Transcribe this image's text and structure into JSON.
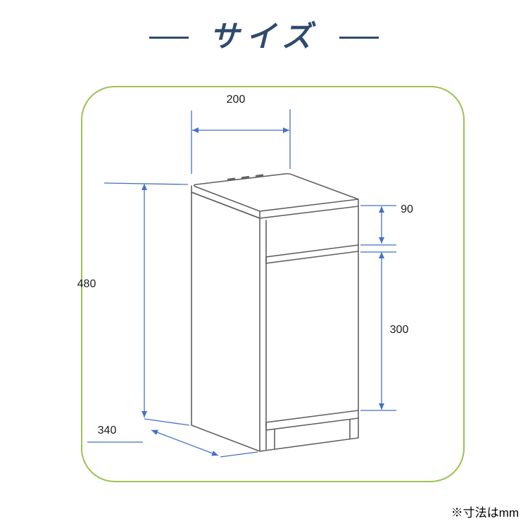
{
  "page": {
    "title": "サイズ",
    "unit_note": "※寸法はmm"
  },
  "style": {
    "title_color": "#2f4a6d",
    "frame_border_color": "#9cc155",
    "dimension_color": "#4472c4",
    "label_color": "#1b1b1b",
    "drawing_color": "#606060",
    "background_color": "#ffffff"
  },
  "dimensions": {
    "width": {
      "value": "200"
    },
    "height": {
      "value": "480"
    },
    "depth": {
      "value": "340"
    },
    "upper_clearance": {
      "value": "90"
    },
    "lower_clearance": {
      "value": "300"
    }
  }
}
